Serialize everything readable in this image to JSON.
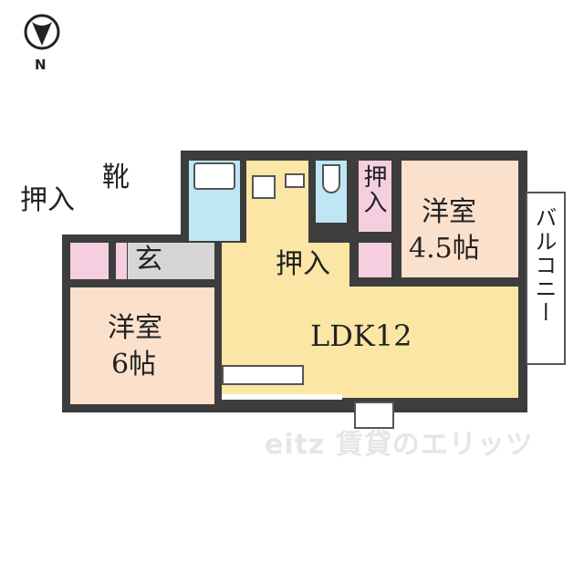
{
  "compass": {
    "icon": "north-arrow-icon",
    "label": "N"
  },
  "rooms": {
    "western_room_6": {
      "name": "洋室",
      "size": "6帖"
    },
    "western_room_4_5": {
      "name": "洋室",
      "size": "4.5帖"
    },
    "ldk": {
      "name": "LDK12"
    },
    "entrance": {
      "name": "玄"
    },
    "closet_left": {
      "name": "押入"
    },
    "shoe_closet": {
      "name": "靴"
    },
    "closet_top": {
      "name": "押入"
    },
    "closet_center": {
      "name": "押入"
    },
    "balcony": {
      "name": "バルコニー"
    }
  },
  "watermark": "eitz 賃貸のエリッツ",
  "colors": {
    "wall": "#3d3d3d",
    "western_room": "#fbe0cc",
    "ldk": "#fbe6a6",
    "wet_area": "#bfe6f5",
    "closet": "#f5cfe0",
    "entrance": "#d6d6d6"
  }
}
